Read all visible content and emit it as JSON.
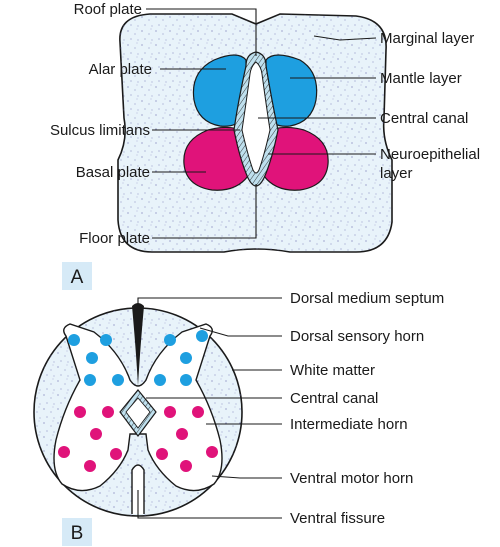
{
  "figure_a": {
    "tag": "A",
    "labels": {
      "roof_plate": "Roof plate",
      "alar_plate": "Alar plate",
      "sulcus_limitans": "Sulcus limitans",
      "basal_plate": "Basal plate",
      "floor_plate": "Floor plate",
      "marginal_layer": "Marginal layer",
      "mantle_layer": "Mantle layer",
      "central_canal": "Central canal",
      "neuroepithelial_line1": "Neuroepithelial",
      "neuroepithelial_line2": "layer"
    }
  },
  "figure_b": {
    "tag": "B",
    "labels": {
      "dorsal_medium_septum": "Dorsal medium septum",
      "dorsal_sensory_horn": "Dorsal sensory horn",
      "white_matter": "White matter",
      "central_canal": "Central canal",
      "intermediate_horn": "Intermediate horn",
      "ventral_motor_horn": "Ventral motor horn",
      "ventral_fissure": "Ventral fissure"
    }
  },
  "colors": {
    "alar": "#1e9fe0",
    "basal": "#e0137a",
    "tissue": "#e8f3fa",
    "canal_wall": "#bfe0ee",
    "tag_background": "#d6eaf7"
  }
}
